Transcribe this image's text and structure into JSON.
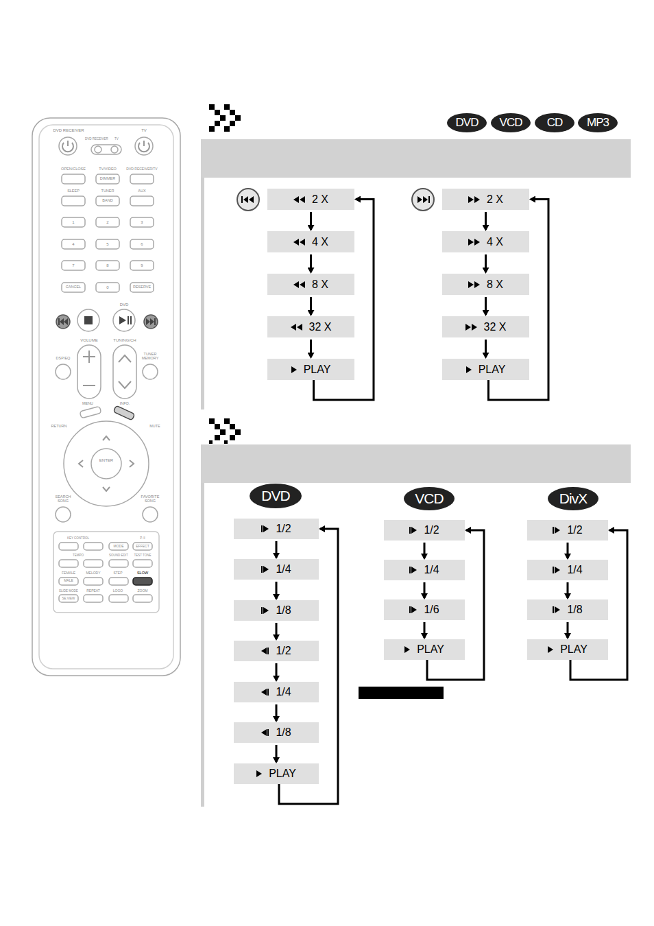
{
  "diagram": {
    "nodes": [
      {
        "text": [
          "DVD"
        ]
      },
      {
        "text": [
          "VCD"
        ]
      },
      {
        "text": [
          "CD"
        ]
      },
      {
        "text": [
          "MP3"
        ]
      },
      {
        "text": [
          "2 X"
        ]
      },
      {
        "text": [
          "4 X"
        ]
      },
      {
        "text": [
          "8 X"
        ]
      },
      {
        "text": [
          "32 X"
        ]
      },
      {
        "text": [
          "PLAY"
        ]
      },
      {
        "text": [
          "2 X"
        ]
      },
      {
        "text": [
          "4 X"
        ]
      },
      {
        "text": [
          "8 X"
        ]
      },
      {
        "text": [
          "32 X"
        ]
      },
      {
        "text": [
          "PLAY"
        ]
      },
      {
        "text": [
          "DVD"
        ]
      },
      {
        "text": [
          "1/2"
        ]
      },
      {
        "text": [
          "1/4"
        ]
      },
      {
        "text": [
          "1/8"
        ]
      },
      {
        "text": [
          "1/2"
        ]
      },
      {
        "text": [
          "1/4"
        ]
      },
      {
        "text": [
          "1/8"
        ]
      },
      {
        "text": [
          "PLAY"
        ]
      },
      {
        "text": [
          "VCD"
        ]
      },
      {
        "text": [
          "1/2"
        ]
      },
      {
        "text": [
          "1/4"
        ]
      },
      {
        "text": [
          "1/6"
        ]
      },
      {
        "text": [
          "PLAY"
        ]
      },
      {
        "text": [
          "DivX"
        ]
      },
      {
        "text": [
          "1/2"
        ]
      },
      {
        "text": [
          "1/4"
        ]
      },
      {
        "text": [
          "1/8"
        ]
      },
      {
        "text": [
          "PLAY"
        ]
      }
    ],
    "edges": [
      {
        "from": 4,
        "to": 5,
        "arrow": "to"
      },
      {
        "from": 5,
        "to": 6,
        "arrow": "to"
      },
      {
        "from": 6,
        "to": 7,
        "arrow": "to"
      },
      {
        "from": 7,
        "to": 8,
        "arrow": "to"
      },
      {
        "from": 8,
        "to": 4,
        "arrow": "to"
      },
      {
        "from": 9,
        "to": 10,
        "arrow": "to"
      },
      {
        "from": 10,
        "to": 11,
        "arrow": "to"
      },
      {
        "from": 11,
        "to": 12,
        "arrow": "to"
      },
      {
        "from": 12,
        "to": 13,
        "arrow": "to"
      },
      {
        "from": 13,
        "to": 9,
        "arrow": "to"
      },
      {
        "from": 15,
        "to": 16,
        "arrow": "to"
      },
      {
        "from": 16,
        "to": 17,
        "arrow": "to"
      },
      {
        "from": 17,
        "to": 18,
        "arrow": "to"
      },
      {
        "from": 18,
        "to": 19,
        "arrow": "to"
      },
      {
        "from": 19,
        "to": 20,
        "arrow": "to"
      },
      {
        "from": 20,
        "to": 21,
        "arrow": "to"
      },
      {
        "from": 21,
        "to": 15,
        "arrow": "to"
      },
      {
        "from": 23,
        "to": 24,
        "arrow": "to"
      },
      {
        "from": 24,
        "to": 25,
        "arrow": "to"
      },
      {
        "from": 25,
        "to": 26,
        "arrow": "to"
      },
      {
        "from": 26,
        "to": 23,
        "arrow": "to"
      },
      {
        "from": 28,
        "to": 29,
        "arrow": "to"
      },
      {
        "from": 29,
        "to": 30,
        "arrow": "to"
      },
      {
        "from": 30,
        "to": 31,
        "arrow": "to"
      },
      {
        "from": 31,
        "to": 28,
        "arrow": "to"
      }
    ],
    "labels": [
      "DVD RECEIVER",
      "TV",
      "DVD RECEIVER",
      "TV",
      "OPEN/CLOSE",
      "TV/VIDEO",
      "DVD RECEIVER/TV",
      "DIMMER",
      "SLEEP",
      "TUNER",
      "AUX",
      "BAND",
      "1",
      "2",
      "3",
      "4",
      "5",
      "6",
      "7",
      "8",
      "9",
      "CANCEL",
      "0",
      "RESERVE",
      "DVD",
      "VOLUME",
      "TUNING/CH",
      "DSP/EQ",
      "TUNER MEMORY",
      "MENU",
      "INFO.",
      "RETURN",
      "MUTE",
      "ENTER",
      "SEARCH SONG",
      "FAVORITE SONG",
      "KEY CONTROL",
      "P. II",
      "MODE",
      "EFFECT",
      "TEMPO",
      "SOUND EDIT",
      "TEST TONE",
      "FEMALE",
      "MELODY",
      "STEP",
      "SLOW",
      "MALE",
      "SLIDE MODE",
      "REPEAT",
      "LOGO",
      "ZOOM",
      "SE.VIEW"
    ]
  }
}
